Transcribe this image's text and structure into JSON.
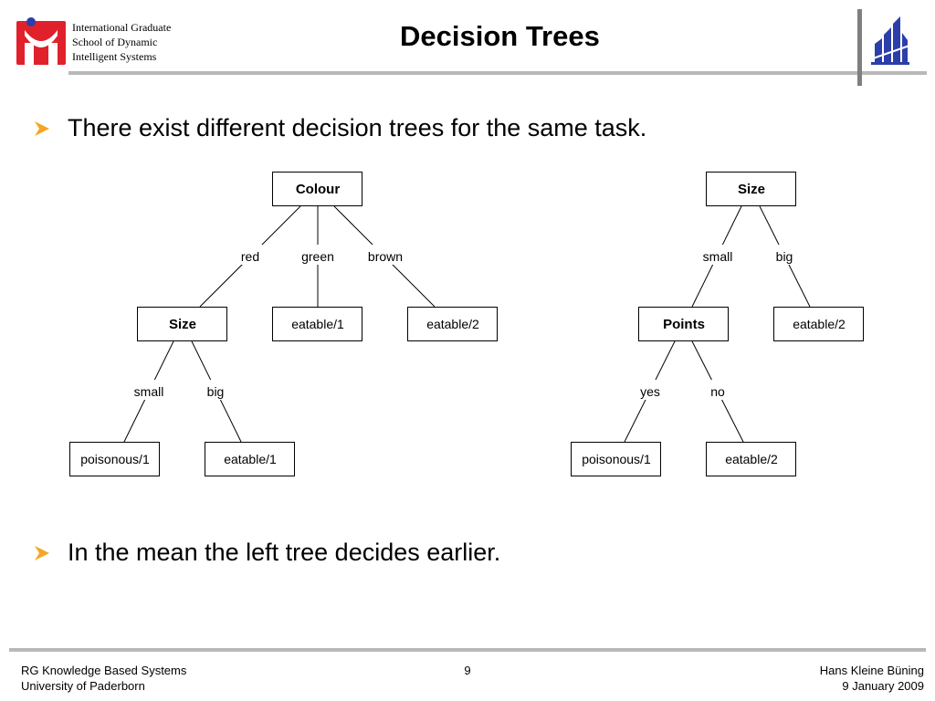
{
  "header": {
    "institution_lines": [
      "International Graduate",
      "School of Dynamic",
      "Intelligent Systems"
    ],
    "title": "Decision Trees"
  },
  "bullets": [
    "There exist different decision trees for the same task.",
    "In the mean the left tree decides earlier."
  ],
  "tree_left": {
    "root": "Colour",
    "edge_red": "red",
    "edge_green": "green",
    "edge_brown": "brown",
    "size_node": "Size",
    "green_leaf": "eatable/1",
    "brown_leaf": "eatable/2",
    "edge_small": "small",
    "edge_big": "big",
    "small_leaf": "poisonous/1",
    "big_leaf": "eatable/1"
  },
  "tree_right": {
    "root": "Size",
    "edge_small": "small",
    "edge_big": "big",
    "points_node": "Points",
    "big_leaf": "eatable/2",
    "edge_yes": "yes",
    "edge_no": "no",
    "yes_leaf": "poisonous/1",
    "no_leaf": "eatable/2"
  },
  "footer": {
    "left_line1": "RG Knowledge Based Systems",
    "left_line2": "University of Paderborn",
    "page": "9",
    "right_line1": "Hans Kleine Büning",
    "right_line2": "9 January 2009"
  },
  "colors": {
    "logo_red": "#e0212b",
    "logo_blue": "#2c3ea8",
    "bullet_orange": "#f5a623",
    "rule_gray": "#b8b8b8"
  }
}
